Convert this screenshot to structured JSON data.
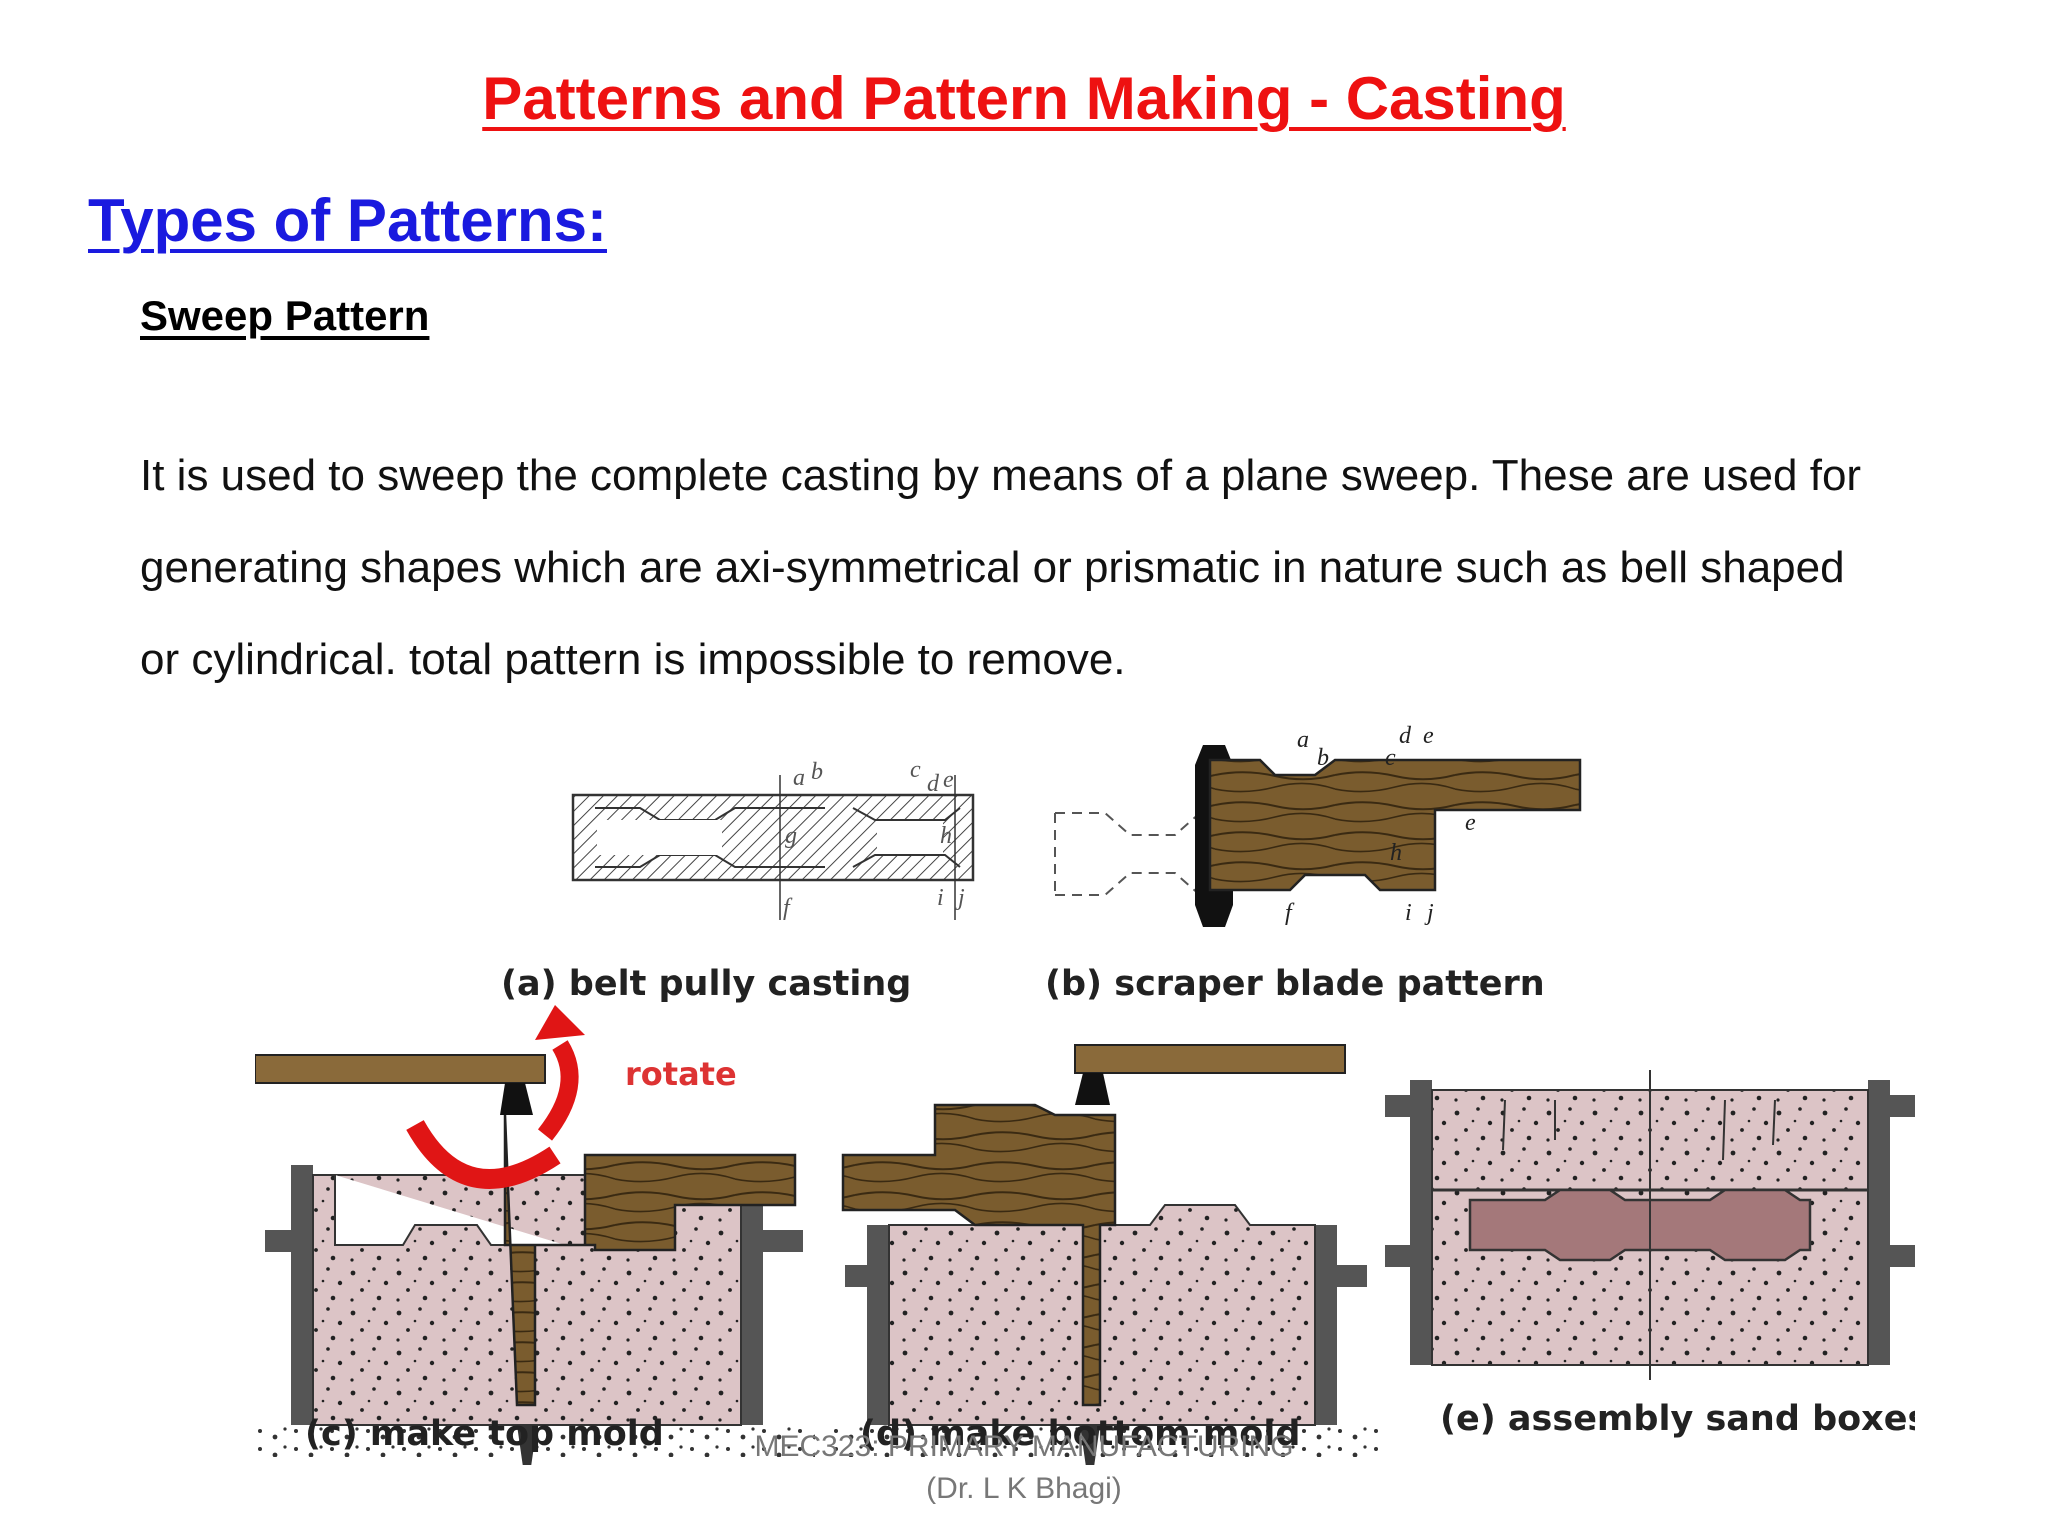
{
  "title": "Patterns and Pattern Making - Casting",
  "subtitle": "Types of Patterns:",
  "heading": "Sweep Pattern",
  "paragraph_lines": [
    "It is used to sweep the complete casting by means of a plane sweep. These are used for",
    "generating shapes which are axi-symmetrical or prismatic in nature such as bell shaped",
    "or cylindrical. total pattern is impossible to remove."
  ],
  "figure": {
    "captions": {
      "a": "(a) belt pully casting",
      "b": "(b) scraper blade pattern",
      "c": "(c) make top mold",
      "d": "(d) make bottom mold",
      "e": "(e) assembly sand boxes"
    },
    "rotate_label": "rotate",
    "point_labels_a": [
      "a",
      "b",
      "c",
      "d",
      "e",
      "f",
      "g",
      "h",
      "i",
      "j"
    ],
    "point_labels_b": [
      "a",
      "b",
      "c",
      "d",
      "e",
      "e",
      "f",
      "h",
      "i",
      "j"
    ],
    "colors": {
      "wood": "#7a5c2e",
      "sand": "#dcc4c6",
      "casting": "#a4787a",
      "flask": "#555555",
      "arrow": "#e01515"
    }
  },
  "footer": {
    "line1": "MEC323: PRIMARY MANUFACTURING",
    "line2": "(Dr. L K Bhagi)"
  }
}
